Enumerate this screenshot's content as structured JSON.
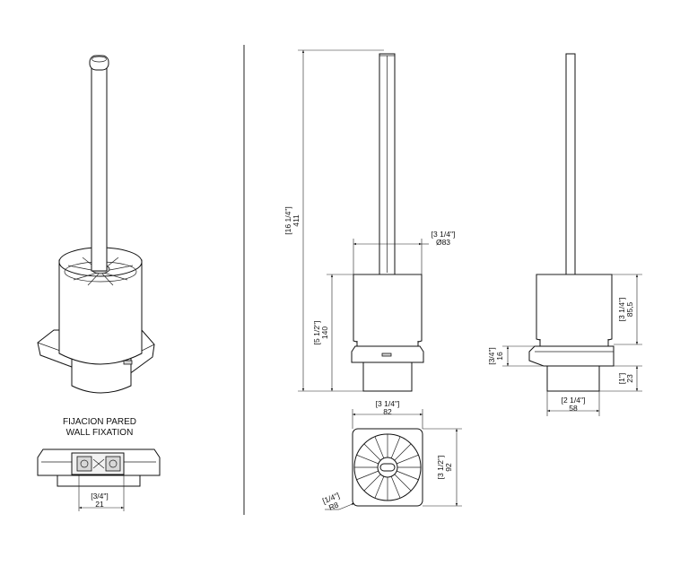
{
  "wall_fixation": {
    "label_es": "FIJACION PARED",
    "label_en": "WALL FIXATION",
    "width_in": "[3/4\"]",
    "width_mm": "21"
  },
  "front_view": {
    "total_height_in": "[16 1/4\"]",
    "total_height_mm": "411",
    "cup_height_in": "[5 1/2\"]",
    "cup_height_mm": "140",
    "cup_diameter_in": "[3 1/4\"]",
    "cup_diameter_mm": "Ø83"
  },
  "side_view": {
    "cup_height_in": "[3 1/4\"]",
    "cup_height_mm": "85,5",
    "bracket_height_in": "[3/4\"]",
    "bracket_height_mm": "16",
    "base_height_in": "[1\"]",
    "base_height_mm": "23",
    "base_width_in": "[2 1/4\"]",
    "base_width_mm": "58"
  },
  "top_view": {
    "width_in": "[3 1/4\"]",
    "width_mm": "82",
    "depth_in": "[3 1/2\"]",
    "depth_mm": "92",
    "radius_in": "[1/4\"]",
    "radius_mm": "R8"
  }
}
